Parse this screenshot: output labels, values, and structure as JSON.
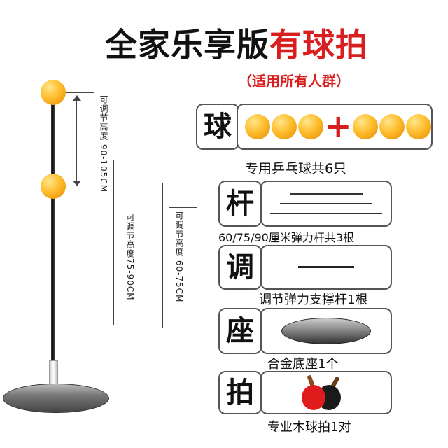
{
  "title": {
    "black": "全家乐享版",
    "red": "有球拍"
  },
  "subtitle": "（适用所有人群）",
  "heights": [
    {
      "label": "可调节高度 90-105CM"
    },
    {
      "label": "可调节高度75-90CM"
    },
    {
      "label": "可调节高度 60-75CM"
    }
  ],
  "rows": [
    {
      "key": "球",
      "caption": "专用乒乓球共6只",
      "plus": "+"
    },
    {
      "key": "杆",
      "caption": "60/75/90厘米弹力杆共3根"
    },
    {
      "key": "调",
      "caption": "调节弹力支撑杆1根"
    },
    {
      "key": "座",
      "caption": "合金底座1个"
    },
    {
      "key": "拍",
      "caption": "专业木球拍1对"
    }
  ],
  "colors": {
    "accent": "#d81e1e",
    "ball": "#ffbe2e",
    "border": "#555555"
  }
}
